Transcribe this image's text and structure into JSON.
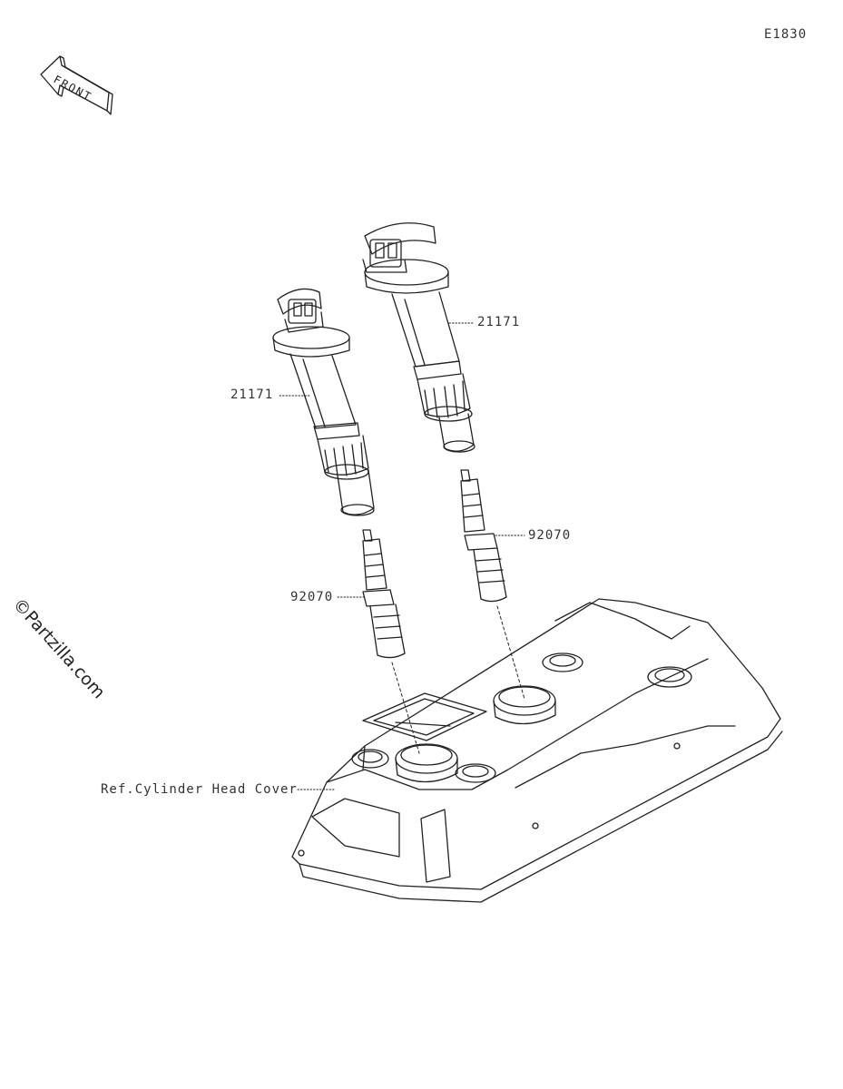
{
  "diagram_code": "E1830",
  "front_arrow_label": "FRONT",
  "watermark": "©Partzilla.com",
  "callouts": {
    "coil_left": "21171",
    "coil_right": "21171",
    "plug_left": "92070",
    "plug_right": "92070",
    "head_cover": "Ref.Cylinder Head Cover"
  },
  "colors": {
    "line": "#222222",
    "background": "#ffffff"
  }
}
